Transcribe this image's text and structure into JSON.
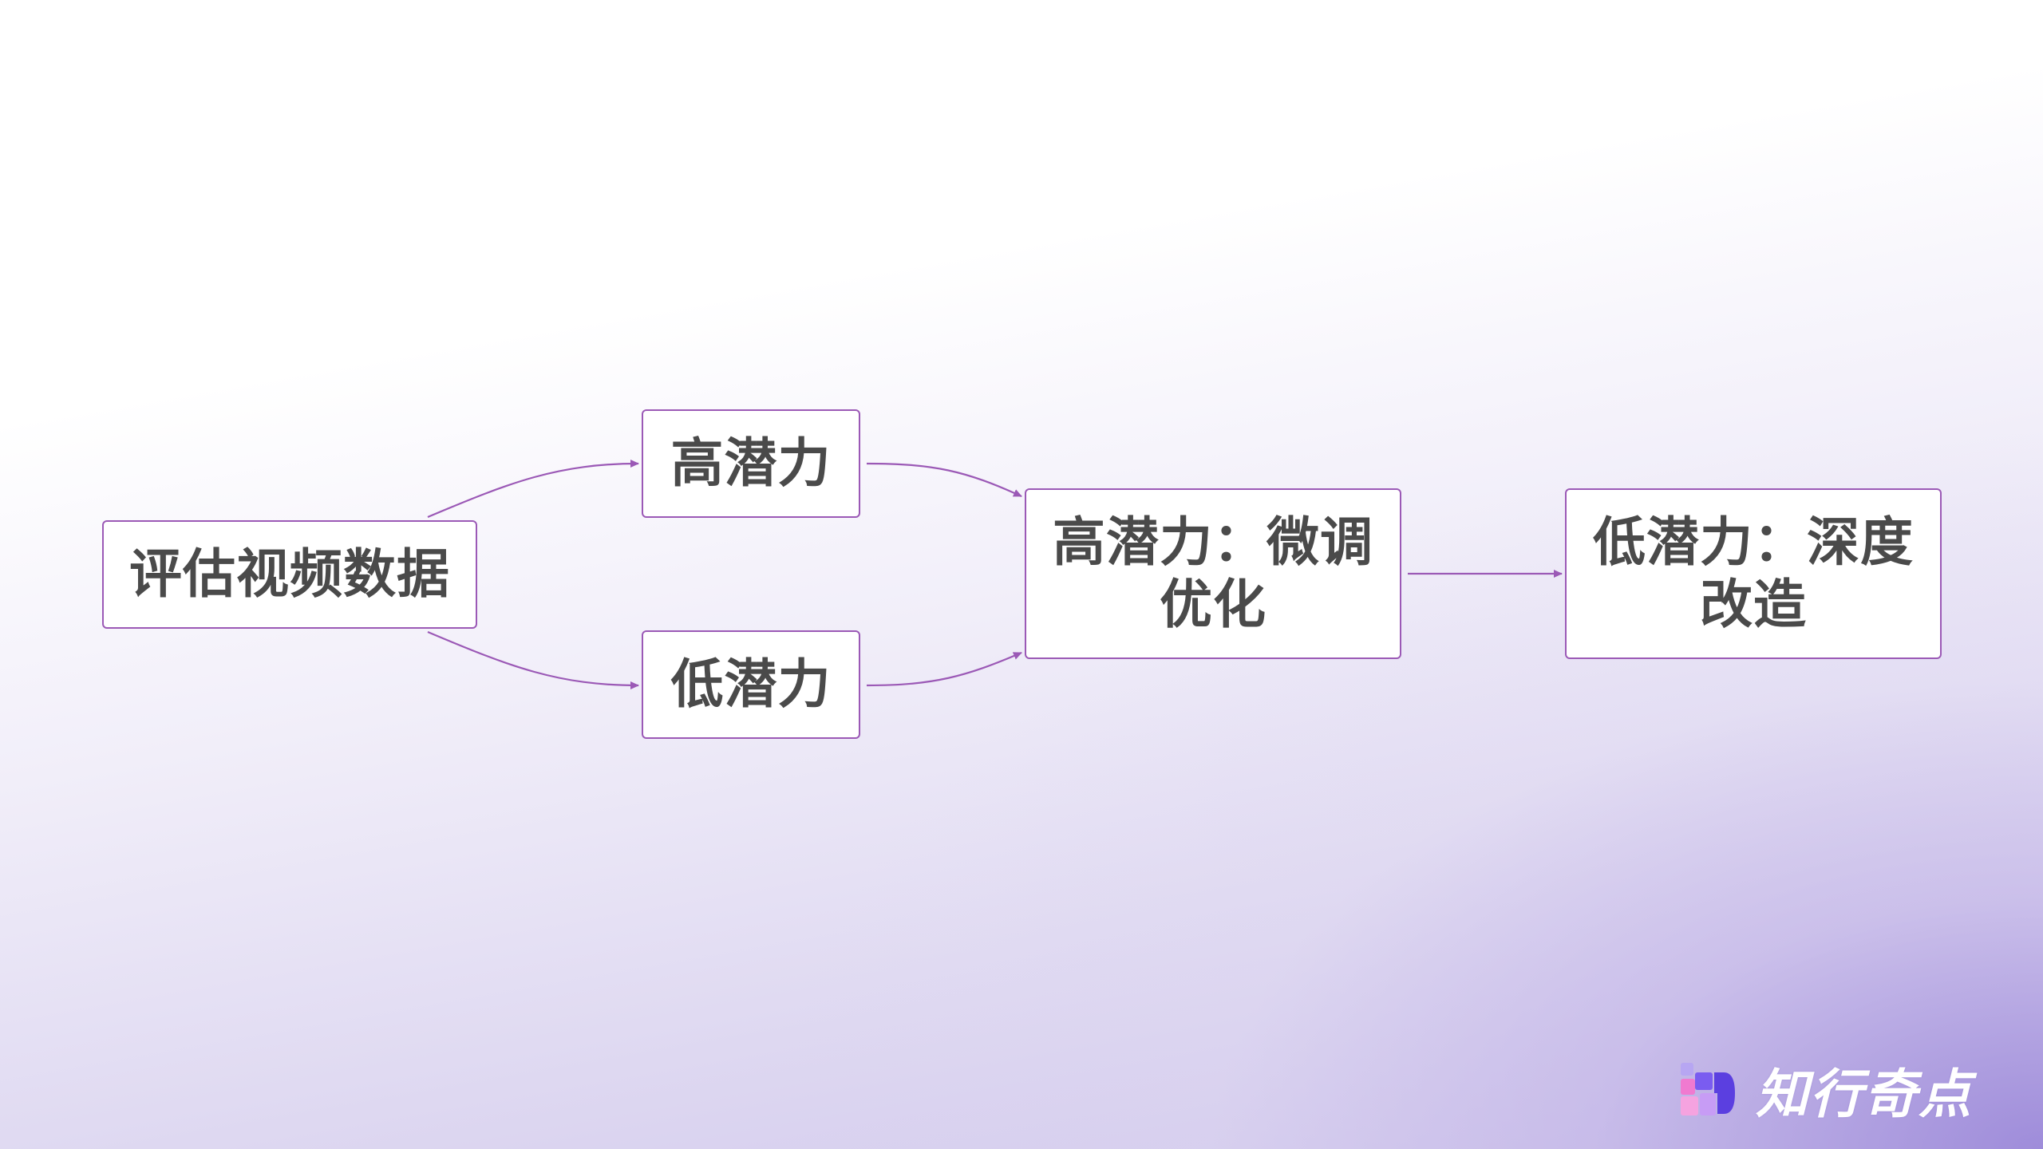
{
  "diagram": {
    "nodes": {
      "evaluate": "评估视频数据",
      "high": "高潜力",
      "low": "低潜力",
      "finetune": "高潜力：微调优化",
      "rebuild": "低潜力：深度改造"
    },
    "edges": [
      {
        "from": "evaluate",
        "to": "high"
      },
      {
        "from": "evaluate",
        "to": "low"
      },
      {
        "from": "high",
        "to": "finetune"
      },
      {
        "from": "low",
        "to": "finetune"
      },
      {
        "from": "finetune",
        "to": "rebuild"
      }
    ],
    "colors": {
      "border": "#9b59b6",
      "text": "#4a4a4a"
    }
  },
  "brand": {
    "name": "知行奇点",
    "icon": "app-logo-icon"
  }
}
